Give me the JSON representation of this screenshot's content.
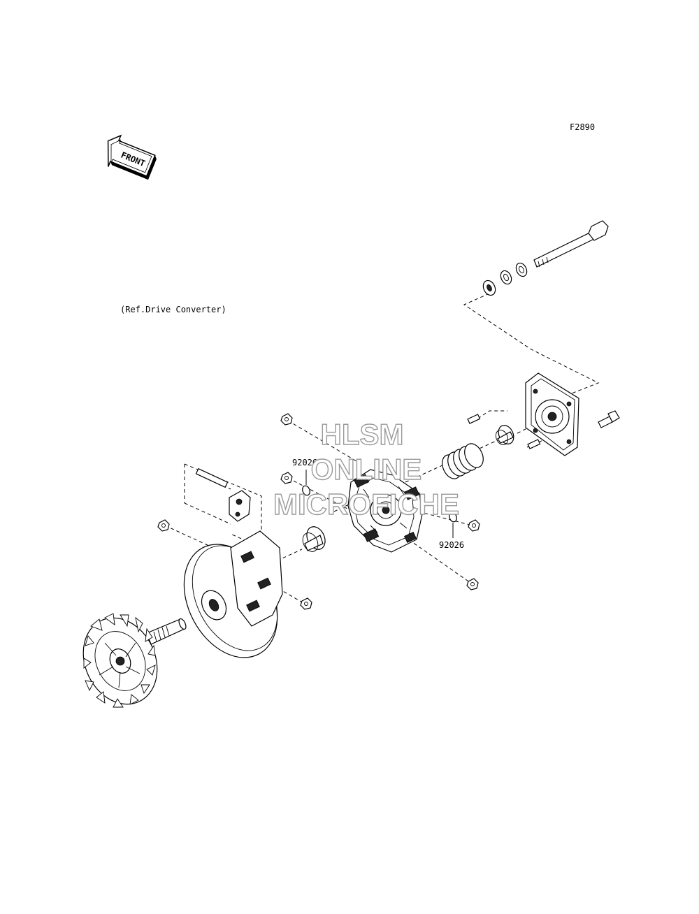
{
  "figure_code": "F2890",
  "front_label": "FRONT",
  "reference_note": "(Ref.Drive Converter)",
  "callouts": [
    {
      "part_number": "92026",
      "target": "upper o-ring"
    },
    {
      "part_number": "92026",
      "target": "lower o-ring"
    }
  ],
  "watermark": {
    "line1": "HLSM",
    "line2": "ONLINE",
    "line3": "MICROFICHE",
    "color": "#9a9a9a"
  }
}
